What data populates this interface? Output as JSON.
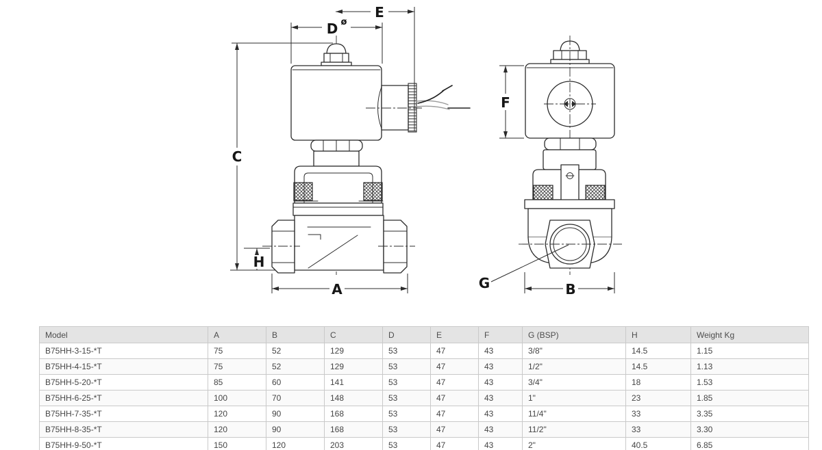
{
  "colors": {
    "line": "#2b2b2b",
    "table_header_bg": "#e4e4e4",
    "table_border": "#c9c9c9",
    "table_text": "#454545"
  },
  "drawing": {
    "labels": {
      "e": "E",
      "d": "D",
      "d_dia": "ø",
      "c": "C",
      "h": "H",
      "a": "A",
      "f": "F",
      "g": "G",
      "b": "B"
    }
  },
  "table": {
    "headers": [
      "Model",
      "A",
      "B",
      "C",
      "D",
      "E",
      "F",
      "G (BSP)",
      "H",
      "Weight Kg"
    ],
    "rows": [
      [
        "B75HH-3-15-*T",
        "75",
        "52",
        "129",
        "53",
        "47",
        "43",
        "3/8\"",
        "14.5",
        "1.15"
      ],
      [
        "B75HH-4-15-*T",
        "75",
        "52",
        "129",
        "53",
        "47",
        "43",
        "1/2\"",
        "14.5",
        "1.13"
      ],
      [
        "B75HH-5-20-*T",
        "85",
        "60",
        "141",
        "53",
        "47",
        "43",
        "3/4\"",
        "18",
        "1.53"
      ],
      [
        "B75HH-6-25-*T",
        "100",
        "70",
        "148",
        "53",
        "47",
        "43",
        "1\"",
        "23",
        "1.85"
      ],
      [
        "B75HH-7-35-*T",
        "120",
        "90",
        "168",
        "53",
        "47",
        "43",
        "11/4\"",
        "33",
        "3.35"
      ],
      [
        "B75HH-8-35-*T",
        "120",
        "90",
        "168",
        "53",
        "47",
        "43",
        "11/2\"",
        "33",
        "3.30"
      ],
      [
        "B75HH-9-50-*T",
        "150",
        "120",
        "203",
        "53",
        "47",
        "43",
        "2\"",
        "40.5",
        "6.85"
      ]
    ]
  }
}
